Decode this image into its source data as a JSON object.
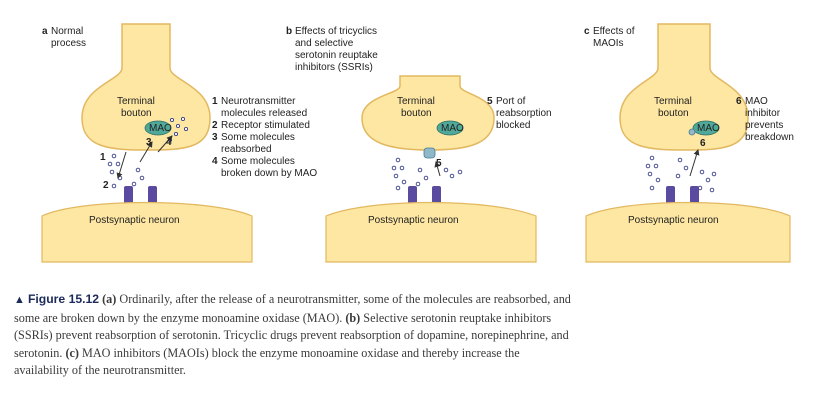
{
  "panels": [
    {
      "letter": "a",
      "title_lines": [
        "Normal",
        "process"
      ],
      "bouton_label": [
        "Terminal",
        "bouton"
      ],
      "enzyme_label": "MAO",
      "neuron_label": "Postsynaptic neuron",
      "step_markers": [
        "1",
        "2",
        "3",
        "4"
      ],
      "steps": [
        {
          "num": "1",
          "lines": [
            "Neurotransmitter",
            "molecules released"
          ]
        },
        {
          "num": "2",
          "lines": [
            "Receptor stimulated"
          ]
        },
        {
          "num": "3",
          "lines": [
            "Some molecules",
            "reabsorbed"
          ]
        },
        {
          "num": "4",
          "lines": [
            "Some molecules",
            "broken down by MAO"
          ]
        }
      ]
    },
    {
      "letter": "b",
      "title_lines": [
        "Effects of tricyclics",
        "and selective",
        "serotonin reuptake",
        "inhibitors (SSRIs)"
      ],
      "bouton_label": [
        "Terminal",
        "bouton"
      ],
      "enzyme_label": "MAO",
      "neuron_label": "Postsynaptic neuron",
      "step_markers": [
        "5"
      ],
      "steps": [
        {
          "num": "5",
          "lines": [
            "Port of",
            "reabsorption",
            "blocked"
          ]
        }
      ]
    },
    {
      "letter": "c",
      "title_lines": [
        "Effects of",
        "MAOIs"
      ],
      "bouton_label": [
        "Terminal",
        "bouton"
      ],
      "enzyme_label": "MAO",
      "neuron_label": "Postsynaptic neuron",
      "step_markers": [
        "6"
      ],
      "steps": [
        {
          "num": "6",
          "lines": [
            "MAO",
            "inhibitor",
            "prevents",
            "breakdown"
          ]
        }
      ]
    }
  ],
  "caption": {
    "figure_label": "Figure 15.12",
    "parts": [
      {
        "tag": "(a)",
        "text": "Ordinarily, after the release of a neurotransmitter, some of the molecules are reabsorbed, and some are broken down by the enzyme monoamine oxidase (MAO)."
      },
      {
        "tag": "(b)",
        "text": "Selective serotonin reuptake inhibitors (SSRIs) prevent reabsorption of serotonin. Tricyclic drugs prevent reabsorption of dopamine, norepinephrine, and serotonin."
      },
      {
        "tag": "(c)",
        "text": "MAO inhibitors (MAOIs) block the enzyme monoamine oxidase and thereby increase the availability of the neurotransmitter."
      }
    ]
  },
  "colors": {
    "bouton_fill": "#fde7a3",
    "bouton_stroke": "#e2b860",
    "neuron_fill": "#fde7a3",
    "receptor": "#5a4aa0",
    "molecule_fill": "#ffffff",
    "molecule_stroke": "#3a3f8a",
    "mao_fill": "#4fa898",
    "blocker": "#8fb8c8",
    "text": "#222222",
    "caption_text": "#3a3a3a",
    "caption_accent": "#1c2a5a"
  }
}
